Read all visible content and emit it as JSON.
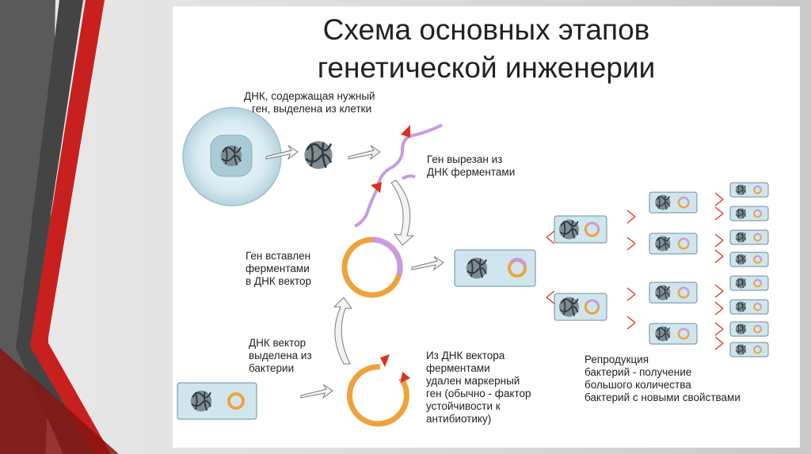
{
  "title_line1": "Схема основных этапов",
  "title_line2": "генетической инженерии",
  "labels": {
    "dna_isolated_1": "ДНК, содержащая нужный",
    "dna_isolated_2": "ген, выделена из клетки",
    "gene_cut_1": "Ген вырезан из",
    "gene_cut_2": "ДНК ферментами",
    "gene_inserted_1": "Ген вставлен",
    "gene_inserted_2": "ферментами",
    "gene_inserted_3": "в ДНК вектор",
    "vector_isolated_1": "ДНК вектор",
    "vector_isolated_2": "выделена из",
    "vector_isolated_3": "бактерии",
    "marker_removed_1": "Из ДНК вектора",
    "marker_removed_2": "ферментами",
    "marker_removed_3": "удален маркерный",
    "marker_removed_4": "ген (обычно - фактор",
    "marker_removed_5": "устойчивости к",
    "marker_removed_6": "антибиотику)",
    "reproduction_1": "Репродукция",
    "reproduction_2": "бактерий - получение",
    "reproduction_3": "большого количества",
    "reproduction_4": "бактерий с новыми свойствами"
  },
  "colors": {
    "gene": "#c99be0",
    "plasmid": "#f0a23a",
    "cut_marker": "#e0301e",
    "cell": "#cfe6ef",
    "cell_border": "#6f8e98",
    "arrow": "#9a9a9a",
    "deco_red": "#c8201e",
    "deco_dark": "#3a3a3a"
  }
}
